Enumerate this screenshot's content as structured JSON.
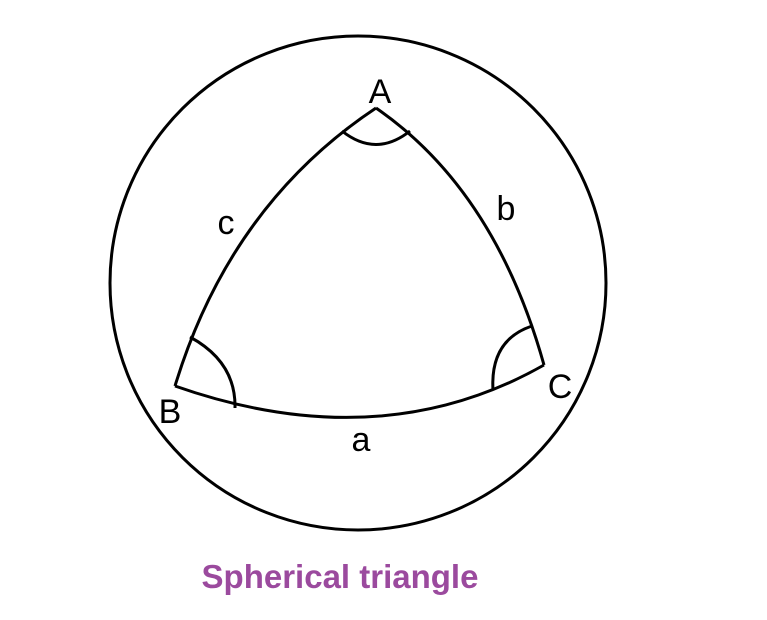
{
  "vertices": {
    "a": "A",
    "b": "B",
    "c": "C"
  },
  "sides": {
    "a": "a",
    "b": "b",
    "c": "c"
  },
  "caption": "Spherical triangle",
  "colors": {
    "stroke": "#000000",
    "caption": "#9b4a9e",
    "background": "#ffffff"
  }
}
